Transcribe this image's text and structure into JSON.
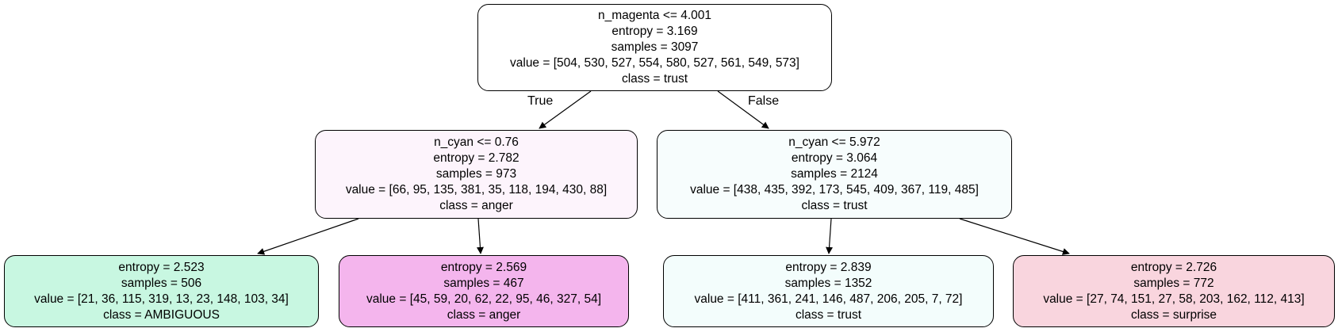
{
  "tree": {
    "nodes": {
      "n0": {
        "lines": [
          "n_magenta <= 4.001",
          "entropy = 3.169",
          "samples = 3097",
          "value = [504, 530, 527, 554, 580, 527, 561, 549, 573]",
          "class = trust"
        ],
        "fill": "#ffffff"
      },
      "n1": {
        "lines": [
          "n_cyan <= 0.76",
          "entropy = 2.782",
          "samples = 973",
          "value = [66, 95, 135, 381, 35, 118, 194, 430, 88]",
          "class = anger"
        ],
        "fill": "#fdf4fc"
      },
      "n2": {
        "lines": [
          "n_cyan <= 5.972",
          "entropy = 3.064",
          "samples = 2124",
          "value = [438, 435, 392, 173, 545, 409, 367, 119, 485]",
          "class = trust"
        ],
        "fill": "#f7fdfd"
      },
      "n3": {
        "lines": [
          "entropy = 2.523",
          "samples = 506",
          "value = [21, 36, 115, 319, 13, 23, 148, 103, 34]",
          "class = AMBIGUOUS"
        ],
        "fill": "#c8f7e1"
      },
      "n4": {
        "lines": [
          "entropy = 2.569",
          "samples = 467",
          "value = [45, 59, 20, 62, 22, 95, 46, 327, 54]",
          "class = anger"
        ],
        "fill": "#f4b5ed"
      },
      "n5": {
        "lines": [
          "entropy = 2.839",
          "samples = 1352",
          "value = [411, 361, 241, 146, 487, 206, 205, 7, 72]",
          "class = trust"
        ],
        "fill": "#f3fdfc"
      },
      "n6": {
        "lines": [
          "entropy = 2.726",
          "samples = 772",
          "value = [27, 74, 151, 27, 58, 203, 162, 112, 413]",
          "class = surprise"
        ],
        "fill": "#f9d5de"
      }
    },
    "edge_labels": {
      "true": "True",
      "false": "False"
    }
  }
}
